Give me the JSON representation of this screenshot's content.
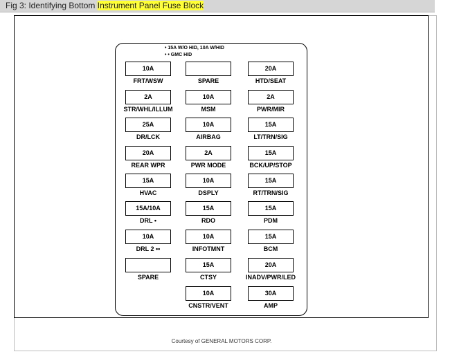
{
  "caption": {
    "prefix": "Fig 3: Identifying Bottom ",
    "highlight": "Instrument Panel Fuse Block"
  },
  "notes": [
    "• 15A W/O HID, 10A W/HID",
    "• • GMC HID"
  ],
  "fuses": [
    {
      "rating": "10A",
      "label": "FRT/WSW"
    },
    {
      "rating": "",
      "label": "SPARE"
    },
    {
      "rating": "20A",
      "label": "HTD/SEAT"
    },
    {
      "rating": "2A",
      "label": "STR/WHL/ILLUM"
    },
    {
      "rating": "10A",
      "label": "MSM"
    },
    {
      "rating": "2A",
      "label": "PWR/MIR"
    },
    {
      "rating": "25A",
      "label": "DR/LCK"
    },
    {
      "rating": "10A",
      "label": "AIRBAG"
    },
    {
      "rating": "15A",
      "label": "LT/TRN/SIG"
    },
    {
      "rating": "20A",
      "label": "REAR WPR"
    },
    {
      "rating": "2A",
      "label": "PWR MODE"
    },
    {
      "rating": "15A",
      "label": "BCK/UP/STOP"
    },
    {
      "rating": "15A",
      "label": "HVAC"
    },
    {
      "rating": "10A",
      "label": "DSPLY"
    },
    {
      "rating": "15A",
      "label": "RT/TRN/SIG"
    },
    {
      "rating": "15A/10A",
      "label": "DRL •"
    },
    {
      "rating": "15A",
      "label": "RDO"
    },
    {
      "rating": "15A",
      "label": "PDM"
    },
    {
      "rating": "10A",
      "label": "DRL 2 ••"
    },
    {
      "rating": "10A",
      "label": "INFOTMNT"
    },
    {
      "rating": "15A",
      "label": "BCM"
    },
    {
      "rating": "",
      "label": "SPARE"
    },
    {
      "rating": "15A",
      "label": "CTSY"
    },
    {
      "rating": "20A",
      "label": "INADV/PWR/LED"
    },
    {
      "rating": "10A",
      "label": "CNSTR/VENT"
    },
    {
      "rating": "30A",
      "label": "AMP"
    }
  ],
  "credit": "Courtesy of GENERAL MOTORS CORP."
}
